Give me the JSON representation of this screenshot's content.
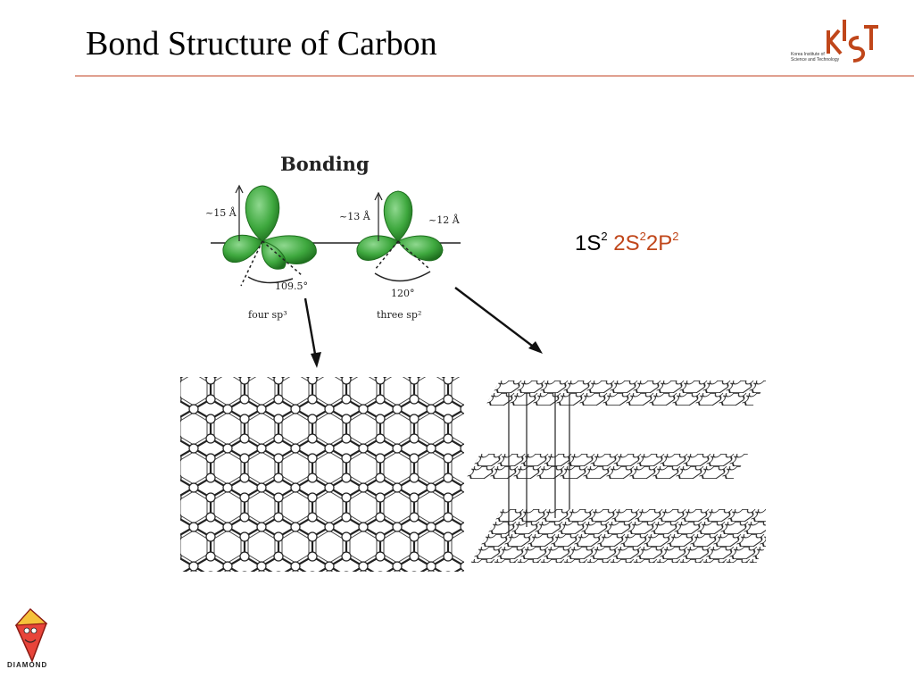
{
  "title": "Bond Structure of Carbon",
  "logo": {
    "text": "KIST",
    "subtitle_line1": "Korea Institute of",
    "subtitle_line2": "Science and Technology",
    "color": "#c0461a"
  },
  "figure": {
    "heading": "Bonding",
    "left_orbital": {
      "length_label": "~15 Å",
      "angle_label": "109.5°",
      "caption": "four sp³"
    },
    "right_orbital": {
      "length_label_a": "~13 Å",
      "length_label_b": "~12 Å",
      "angle_label": "120°",
      "caption": "three sp²"
    }
  },
  "electron_config": {
    "part1": "1S",
    "exp1": "2",
    "part2": "2S",
    "exp2": "2",
    "part3": "2P",
    "exp3": "2"
  },
  "footer_logo": {
    "text": "DIAMOND"
  },
  "colors": {
    "accent": "#c0461a",
    "rule": "#e0a090",
    "orbital": "#3ea83e"
  }
}
